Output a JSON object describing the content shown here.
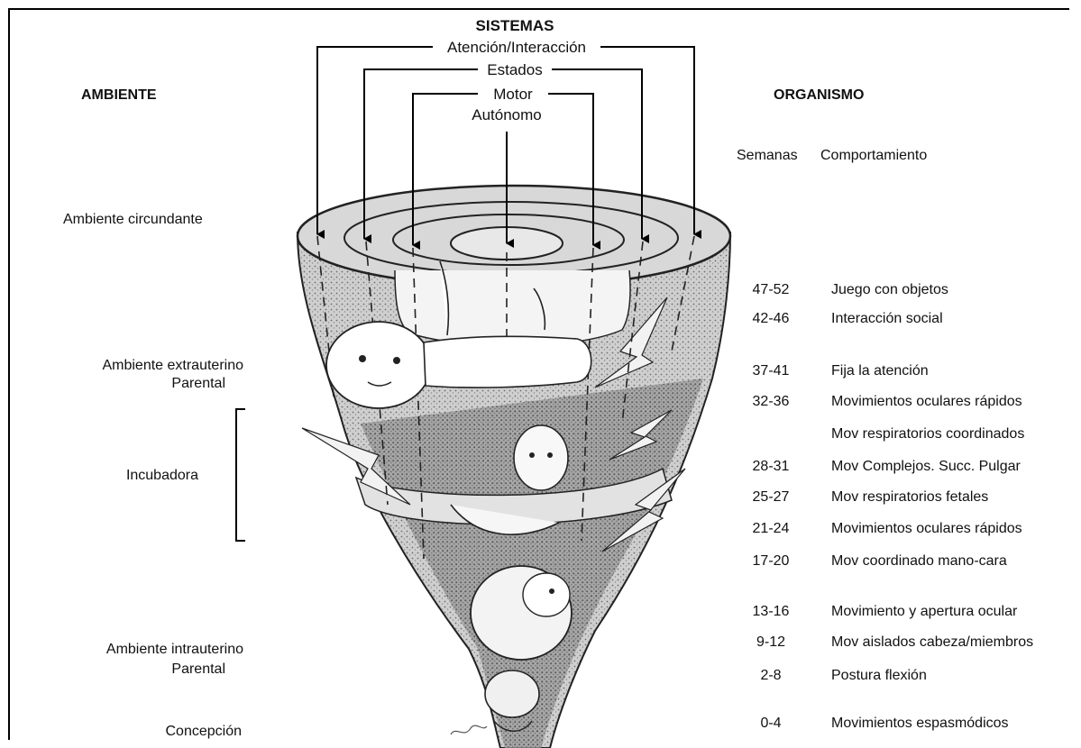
{
  "headers": {
    "sistemas": "SISTEMAS",
    "ambiente": "AMBIENTE",
    "organismo": "ORGANISMO",
    "semanas": "Semanas",
    "comportamiento": "Comportamiento"
  },
  "systems": [
    "Atención/Interacción",
    "Estados",
    "Motor",
    "Autónomo"
  ],
  "environments": {
    "circundante": "Ambiente circundante",
    "extrauterino": [
      "Ambiente extrauterino",
      "Parental"
    ],
    "incubadora": "Incubadora",
    "intrauterino": [
      "Ambiente intrauterino",
      "Parental"
    ],
    "concepcion": "Concepción"
  },
  "timeline": [
    {
      "weeks": "47-52",
      "behavior": "Juego con objetos"
    },
    {
      "weeks": "42-46",
      "behavior": "Interacción social"
    },
    {
      "weeks": "37-41",
      "behavior": "Fija la atención"
    },
    {
      "weeks": "32-36",
      "behavior": "Movimientos oculares rápidos"
    },
    {
      "weeks": "",
      "behavior": "Mov respiratorios coordinados"
    },
    {
      "weeks": "28-31",
      "behavior": "Mov Complejos. Succ. Pulgar"
    },
    {
      "weeks": "25-27",
      "behavior": "Mov respiratorios fetales"
    },
    {
      "weeks": "21-24",
      "behavior": "Movimientos oculares rápidos"
    },
    {
      "weeks": "17-20",
      "behavior": "Mov coordinado mano-cara"
    },
    {
      "weeks": "13-16",
      "behavior": "Movimiento y apertura ocular"
    },
    {
      "weeks": "9-12",
      "behavior": "Mov aislados cabeza/miembros"
    },
    {
      "weeks": "2-8",
      "behavior": "Postura flexión"
    },
    {
      "weeks": "0-4",
      "behavior": "Movimientos espasmódicos"
    }
  ]
}
